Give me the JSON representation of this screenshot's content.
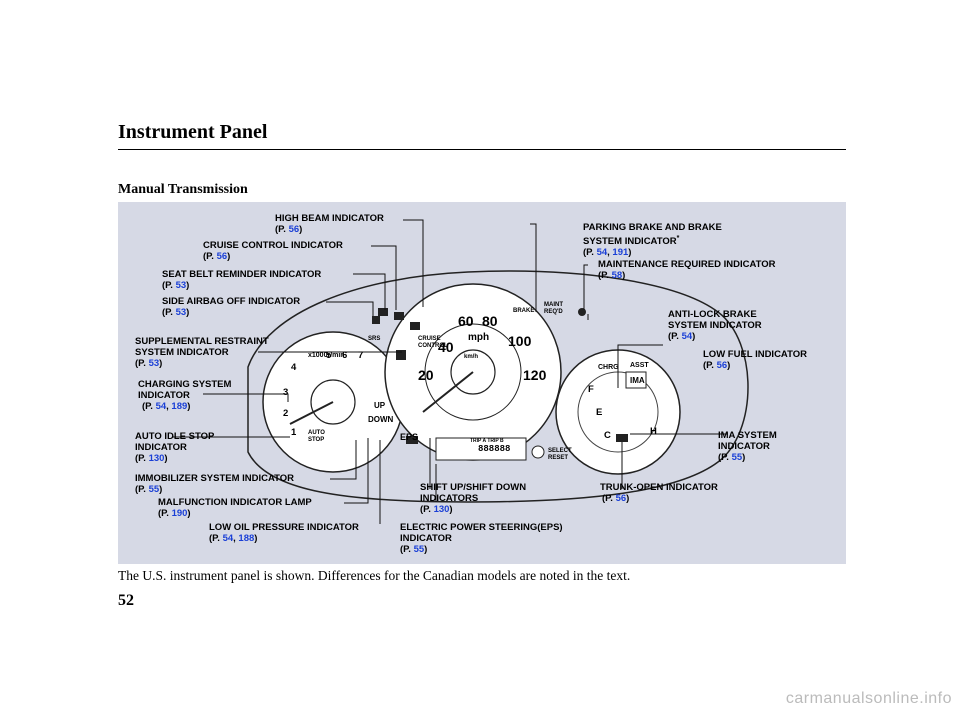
{
  "header": {
    "title": "Instrument Panel",
    "subtitle": "Manual Transmission"
  },
  "labels": {
    "high_beam": {
      "name": "HIGH BEAM INDICATOR",
      "p1": "56"
    },
    "cruise": {
      "name": "CRUISE CONTROL INDICATOR",
      "p1": "56"
    },
    "seat_belt": {
      "name": "SEAT BELT REMINDER INDICATOR",
      "p1": "53"
    },
    "side_airbag": {
      "name": "SIDE AIRBAG OFF INDICATOR",
      "p1": "53"
    },
    "srs": {
      "line1": "SUPPLEMENTAL RESTRAINT",
      "line2": "SYSTEM INDICATOR",
      "p1": "53"
    },
    "charging": {
      "line1": "CHARGING SYSTEM",
      "line2": "INDICATOR",
      "p1": "54",
      "p2": "189"
    },
    "auto_idle": {
      "line1": "AUTO IDLE STOP",
      "line2": "INDICATOR",
      "p1": "130"
    },
    "immobilizer": {
      "name": "IMMOBILIZER SYSTEM INDICATOR",
      "p1": "55"
    },
    "malfunction": {
      "name": "MALFUNCTION INDICATOR LAMP",
      "p1": "190"
    },
    "low_oil": {
      "name": "LOW OIL PRESSURE INDICATOR",
      "p1": "54",
      "p2": "188"
    },
    "parking_brake": {
      "line1": "PARKING BRAKE AND BRAKE",
      "line2": "SYSTEM INDICATOR",
      "star": "*",
      "p1": "54",
      "p2": "191"
    },
    "maintenance": {
      "name": "MAINTENANCE REQUIRED INDICATOR",
      "p1": "58"
    },
    "abs": {
      "line1": "ANTI-LOCK BRAKE",
      "line2": "SYSTEM INDICATOR",
      "p1": "54"
    },
    "low_fuel": {
      "name": "LOW FUEL INDICATOR",
      "p1": "56"
    },
    "ima": {
      "line1": "IMA SYSTEM",
      "line2": "INDICATOR",
      "p1": "55"
    },
    "trunk": {
      "name": "TRUNK-OPEN INDICATOR",
      "p1": "56"
    },
    "shift": {
      "line1": "SHIFT UP/SHIFT DOWN",
      "line2": "INDICATORS",
      "p1": "130"
    },
    "eps": {
      "line1": "ELECTRIC POWER STEERING(EPS)",
      "line2": "INDICATOR",
      "p1": "55"
    },
    "p_prefix": "(P. ",
    "comma": ", ",
    "close": ")"
  },
  "dials": {
    "tach_unit": "x1000r/min",
    "tach_numbers": [
      "1",
      "2",
      "3",
      "4",
      "5",
      "6",
      "7"
    ],
    "speed_unit": "mph",
    "kmh_unit": "km/h",
    "speed_numbers": [
      "20",
      "40",
      "60",
      "80",
      "100",
      "120"
    ],
    "up": "UP",
    "down": "DOWN",
    "auto_stop": "AUTO STOP",
    "eps": "EPS",
    "brake": "BRAKE",
    "maint": "MAINT REQ'D",
    "select_reset": "SELECT RESET",
    "odo": "888888",
    "tripab": "TRIP A TRIP B",
    "ima": "IMA",
    "fuel_e": "E",
    "fuel_f": "F",
    "temp_c": "C",
    "temp_h": "H",
    "chrg": "CHRG",
    "asst": "ASST",
    "cruise_text": "CRUISE CONTROL",
    "srs_text": "SRS"
  },
  "caption": "The U.S. instrument panel is shown. Differences for the Canadian models are noted in the text.",
  "page_number": "52",
  "watermark": "carmanualsonline.info"
}
